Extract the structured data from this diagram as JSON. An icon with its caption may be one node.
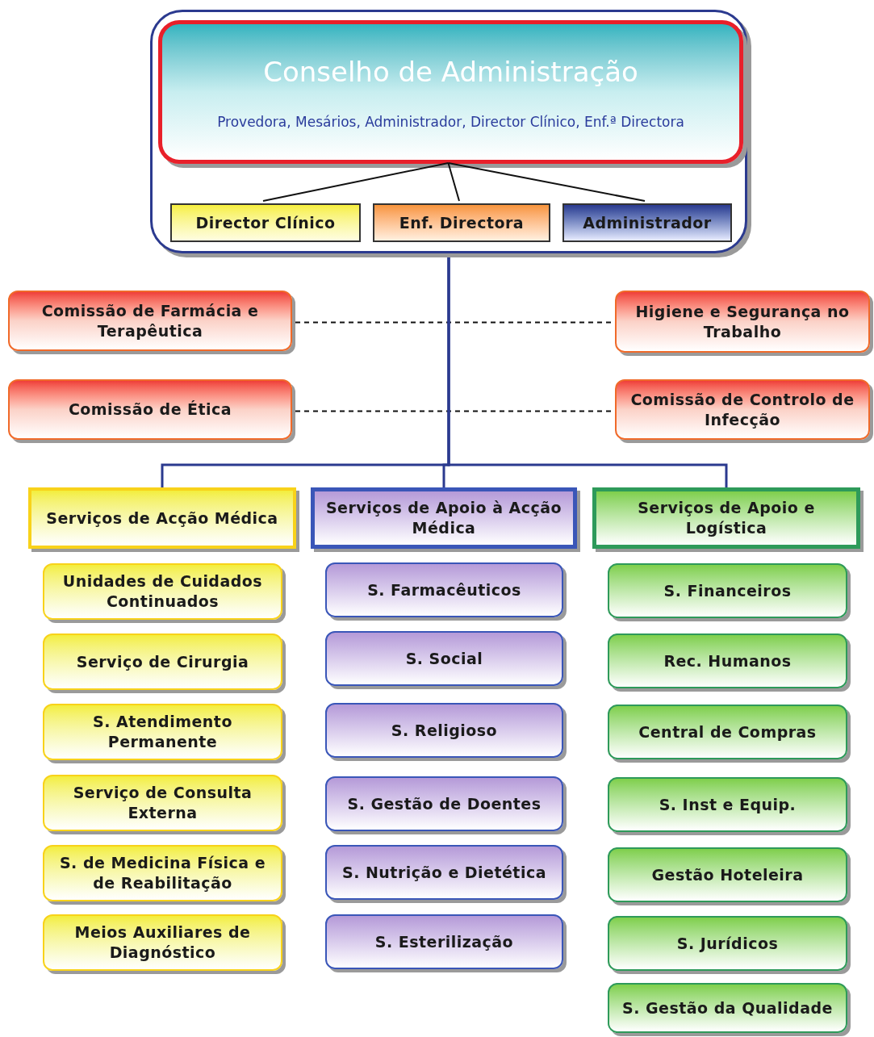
{
  "diagram": {
    "nodes": [
      {
        "text": [],
        "shape": "box"
      },
      {
        "text": [
          "Conselho de Administração",
          "Provedora, Mesários, Administrador, Director Clínico, Enf.ª Directora"
        ],
        "in": 0
      },
      {
        "text": [
          "Director Clínico"
        ],
        "in": 0
      },
      {
        "text": [
          "Enf. Directora"
        ],
        "in": 0
      },
      {
        "text": [
          "Administrador"
        ],
        "in": 0
      },
      {
        "text": [
          "Comissão de Farmácia e Terapêutica"
        ]
      },
      {
        "text": [
          "Higiene e Segurança no Trabalho"
        ]
      },
      {
        "text": [
          "Comissão de Ética"
        ]
      },
      {
        "text": [
          "Comissão de Controlo de Infecção"
        ]
      },
      {
        "text": [
          "Serviços de Acção Médica"
        ]
      },
      {
        "text": [
          "Serviços de Apoio à Acção Médica"
        ]
      },
      {
        "text": [
          "Serviços de Apoio e Logística"
        ]
      },
      {
        "text": [
          "Unidades de Cuidados Continuados"
        ]
      },
      {
        "text": [
          "Serviço de Cirurgia"
        ]
      },
      {
        "text": [
          "S. Atendimento Permanente"
        ]
      },
      {
        "text": [
          "Serviço de Consulta Externa"
        ]
      },
      {
        "text": [
          "S. de Medicina Física e de Reabilitação"
        ]
      },
      {
        "text": [
          "Meios Auxiliares de Diagnóstico"
        ]
      },
      {
        "text": [
          "S. Farmacêuticos"
        ]
      },
      {
        "text": [
          "S. Social"
        ]
      },
      {
        "text": [
          "S. Religioso"
        ]
      },
      {
        "text": [
          "S. Gestão de Doentes"
        ]
      },
      {
        "text": [
          "S. Nutrição e Dietética"
        ]
      },
      {
        "text": [
          "S. Esterilização"
        ]
      },
      {
        "text": [
          "S. Financeiros"
        ]
      },
      {
        "text": [
          "Rec. Humanos"
        ]
      },
      {
        "text": [
          "Central de Compras"
        ]
      },
      {
        "text": [
          "S. Inst e Equip."
        ]
      },
      {
        "text": [
          "Gestão Hoteleira"
        ]
      },
      {
        "text": [
          "S. Jurídicos"
        ]
      },
      {
        "text": [
          "S. Gestão da Qualidade"
        ]
      }
    ],
    "edges": [
      {
        "from": 1,
        "to": 2,
        "arrow": "none"
      },
      {
        "from": 1,
        "to": 3,
        "arrow": "none"
      },
      {
        "from": 1,
        "to": 4,
        "arrow": "none"
      },
      {
        "from": 5,
        "to": 6,
        "arrow": "none",
        "style": "dashed"
      },
      {
        "from": 7,
        "to": 8,
        "arrow": "none",
        "style": "dashed"
      },
      {
        "from": 0,
        "to": 9,
        "arrow": "none",
        "color": "#2b3a8f"
      },
      {
        "from": 0,
        "to": 10,
        "arrow": "none",
        "color": "#2b3a8f"
      },
      {
        "from": 0,
        "to": 11,
        "arrow": "none",
        "color": "#2b3a8f"
      }
    ]
  }
}
